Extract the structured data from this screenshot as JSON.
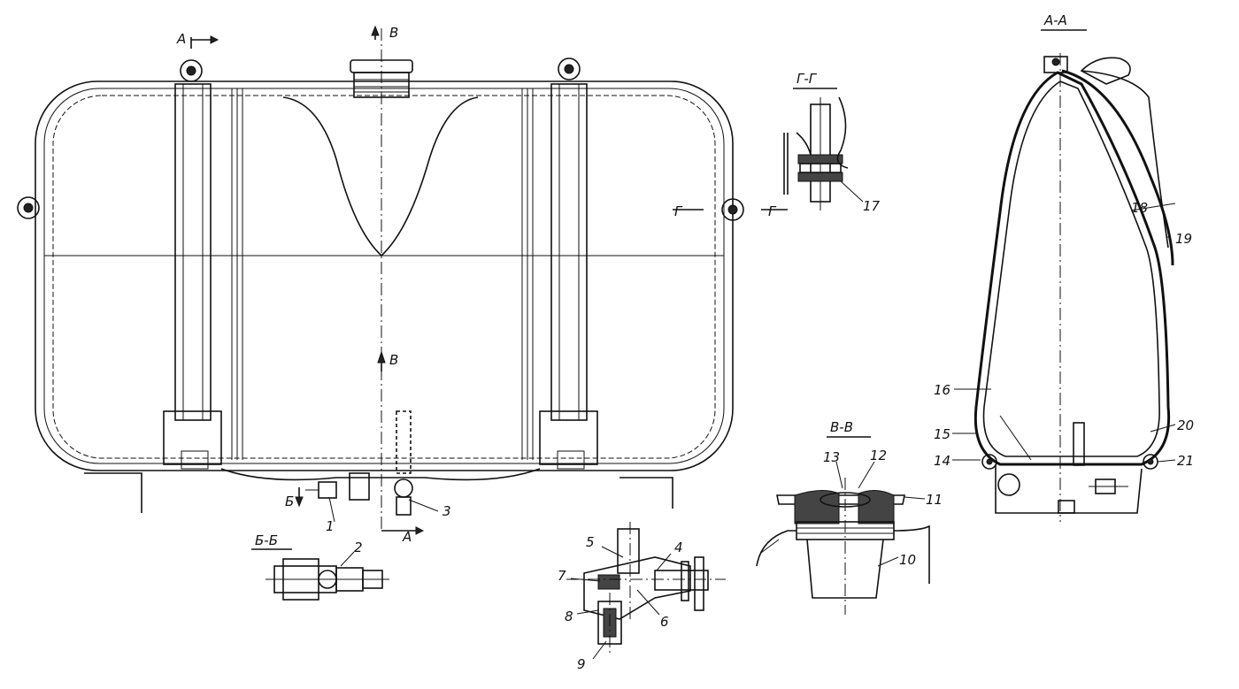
{
  "section_marks": {
    "a_top": "А",
    "a_bottom": "А",
    "b_left": "Б",
    "v_top": "В",
    "v_mid": "В",
    "g_left": "Г",
    "g_right": "Г"
  },
  "section_titles": {
    "aa": "А-А",
    "bb": "Б-Б",
    "vv": "В-В",
    "gg": "Г-Г"
  },
  "callouts": [
    "1",
    "2",
    "3",
    "4",
    "5",
    "6",
    "7",
    "8",
    "9",
    "10",
    "11",
    "12",
    "13",
    "14",
    "15",
    "16",
    "17",
    "18",
    "19",
    "20",
    "21"
  ]
}
